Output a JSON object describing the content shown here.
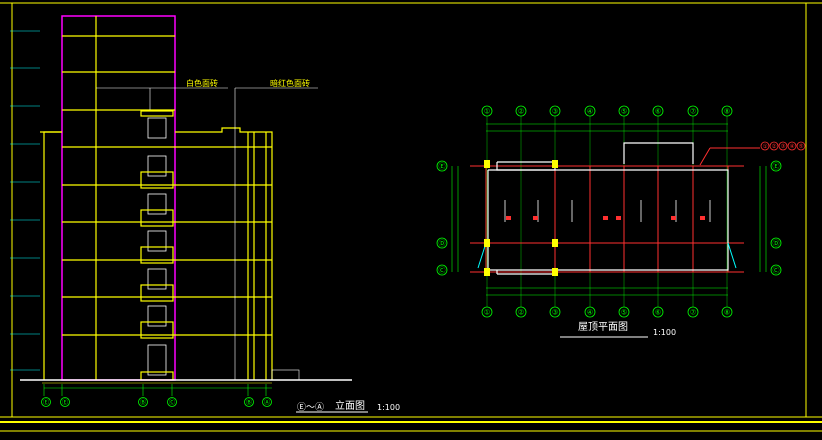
{
  "elevation": {
    "label_white_tile": "白色面砖",
    "label_red_tile": "暗红色面砖",
    "title_prefix": "Ⓔ～Ⓐ",
    "title": "立面图",
    "scale": "1:100",
    "axis_labels": [
      "Ⓔ",
      "Ⓔ",
      "Ⓑ",
      "Ⓒ",
      "Ⓑ",
      "Ⓐ"
    ]
  },
  "roof_plan": {
    "title": "屋顶平面图",
    "scale": "1:100",
    "top_axes": [
      "①",
      "②",
      "③",
      "④",
      "⑤",
      "⑥",
      "⑦",
      "⑧"
    ],
    "bottom_axes": [
      "①",
      "②",
      "③",
      "④",
      "⑤",
      "⑥",
      "⑦",
      "⑧"
    ],
    "left_axes": [
      "Ⓔ",
      "Ⓓ",
      "Ⓒ"
    ],
    "right_axes": [
      "Ⓔ",
      "Ⓓ",
      "Ⓒ"
    ],
    "callout_axes": [
      "①",
      "②",
      "③",
      "④",
      "⑤"
    ]
  },
  "colors": {
    "background": "#000000",
    "frame": "#ffff00",
    "facade": "#ffff00",
    "tower": "#ff00ff",
    "dim": "#00ff00",
    "roof_wall": "#ff3030",
    "roof_edge": "#ffffff",
    "drain": "#00ffff"
  }
}
